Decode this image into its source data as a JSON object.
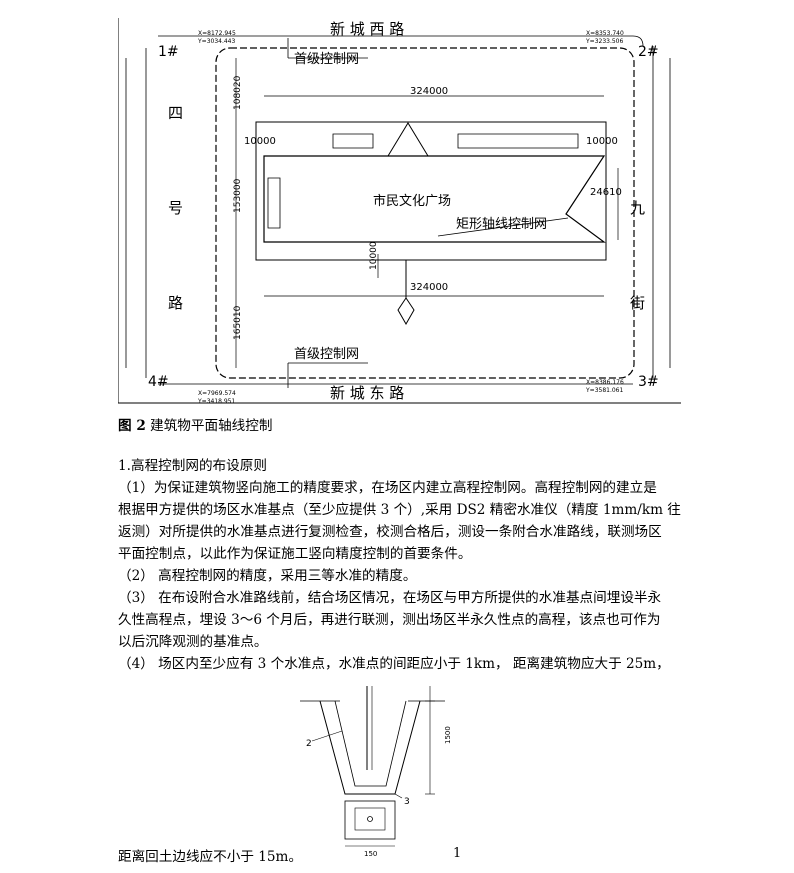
{
  "figure1": {
    "road_top": "新  城  西  路",
    "road_bottom": "新  城  东  路",
    "road_left": [
      "四",
      "号",
      "路"
    ],
    "road_right_chars": [
      "九",
      "街"
    ],
    "corner_1": "1#",
    "corner_2": "2#",
    "corner_3": "3#",
    "corner_4": "4#",
    "coord_tl": [
      "X=8172.945",
      "Y=3034.443"
    ],
    "coord_tr": [
      "X=8353.740",
      "Y=3233.506"
    ],
    "coord_bl": [
      "X=7969.574",
      "Y=3418.951"
    ],
    "coord_br": [
      "X=8386.176",
      "Y=3581.061"
    ],
    "label_primary_top": "首级控制网",
    "label_primary_bottom": "首级控制网",
    "label_plaza": "市民文化广场",
    "label_axis_net": "矩形轴线控制网",
    "dim_top": "324000",
    "dim_bottom": "324000",
    "dim_10000_left": "10000",
    "dim_10000_right": "10000",
    "dim_24610": "24610",
    "dim_10000_vertical": "10000",
    "dim_108020": "108020",
    "dim_153000": "153000",
    "dim_165010": "165010"
  },
  "caption": {
    "number": "图 2",
    "text": "建筑物平面轴线控制"
  },
  "section_heading": "1.高程控制网的布设原则",
  "paragraphs": {
    "p1_line1": "（1）为保证建筑物竖向施工的精度要求，在场区内建立高程控制网。高程控制网的建立是",
    "p1_line2": "根据甲方提供的场区水准基点（至少应提供 3  个）,采用 DS2  精密水准仪（精度 1mm/km  往",
    "p1_line3": "返测）对所提供的水准基点进行复测检查，校测合格后，测设一条附合水准路线，联测场区",
    "p1_line4": "平面控制点，以此作为保证施工竖向精度控制的首要条件。",
    "p2": "（2）  高程控制网的精度，采用三等水准的精度。",
    "p3_line1": "（3）  在布设附合水准路线前，结合场区情况，在场区与甲方所提供的水准基点间埋设半永",
    "p3_line2": "久性高程点，埋设 3～6  个月后，再进行联测，测出场区半永久性点的高程，该点也可作为",
    "p3_line3": "以后沉降观测的基准点。",
    "p4": "（4）  场区内至少应有 3  个水准点，水准点的间距应小于 1km，  距离建筑物应大于 25m，",
    "p5": "距离回土边线应不小于 15m。"
  },
  "figure2": {
    "label_2": "2",
    "label_3": "3",
    "dim_1500": "1500",
    "dim_150": "150"
  },
  "page_number": "1"
}
